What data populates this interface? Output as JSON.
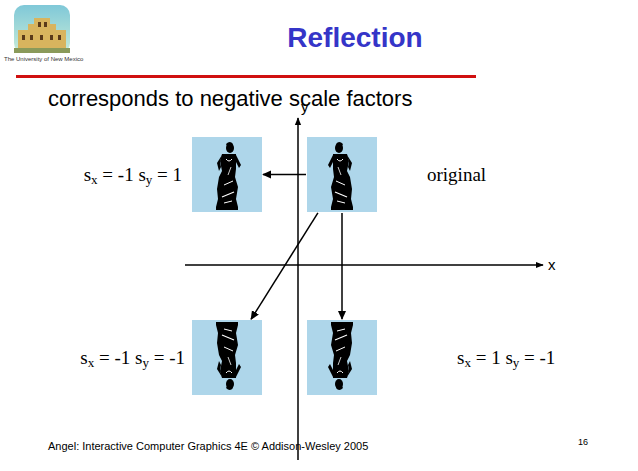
{
  "diagram": {
    "title": "Reflection",
    "nodes": [
      {
        "text": [
          "sx = -1 sy = 1"
        ]
      },
      {
        "text": [
          "original"
        ]
      },
      {
        "text": [
          "sx = -1 sy = -1"
        ]
      },
      {
        "text": [
          "sx = 1 sy = -1"
        ]
      }
    ],
    "edges": [
      {
        "from": 1,
        "to": 0,
        "arrow": "to"
      },
      {
        "from": 1,
        "to": 2,
        "arrow": "to"
      },
      {
        "from": 1,
        "to": 3,
        "arrow": "to"
      }
    ],
    "labels": [
      "The University of New Mexico",
      "corresponds to negative scale factors",
      "y",
      "x",
      "Angel: Interactive Computer Graphics 4E © Addison-Wesley 2005",
      "16"
    ]
  }
}
